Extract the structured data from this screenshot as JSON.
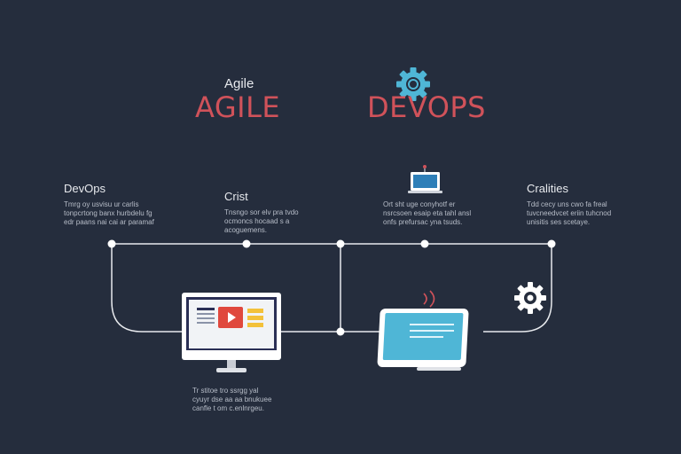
{
  "header": {
    "agile_subtitle": "Agile",
    "agile_title": "AGILE",
    "devops_title": "DEVOPS"
  },
  "nodes": [
    {
      "title": "DevOps",
      "desc": "Tmrg oy usvisu ur carlis\ntonpcrtong banx hurbdelu fg\nedr paans nai cai ar paramaf"
    },
    {
      "title": "Crist",
      "desc": "Tnsngo sor elv pra tvdo\nocmoncs hocaad s a\nacoguemens."
    },
    {
      "title": "",
      "desc": "Ort sht uge conyhotf er\nnsrcsoen esaip eta tahl ansl\nonfs prefursac yna tsuds."
    },
    {
      "title": "Cralities",
      "desc": "Tdd cecy uns cwo fa freal\ntuvcneedvcet eriin tuhcnod\nunisitis ses scetaye."
    }
  ],
  "bottom_desc": "Tr stitoe tro ssrgg yal\ncyuyr dse aa aa bnukuee\ncanfle t om c.enlnrgeu.",
  "colors": {
    "background": "#252d3d",
    "line": "#e8eaee",
    "accent_red": "#d0525a",
    "accent_blue": "#4fb6d6"
  },
  "icons": [
    "gear-icon",
    "laptop-icon",
    "desktop-monitor-icon",
    "tablet-icon",
    "gear-icon"
  ]
}
